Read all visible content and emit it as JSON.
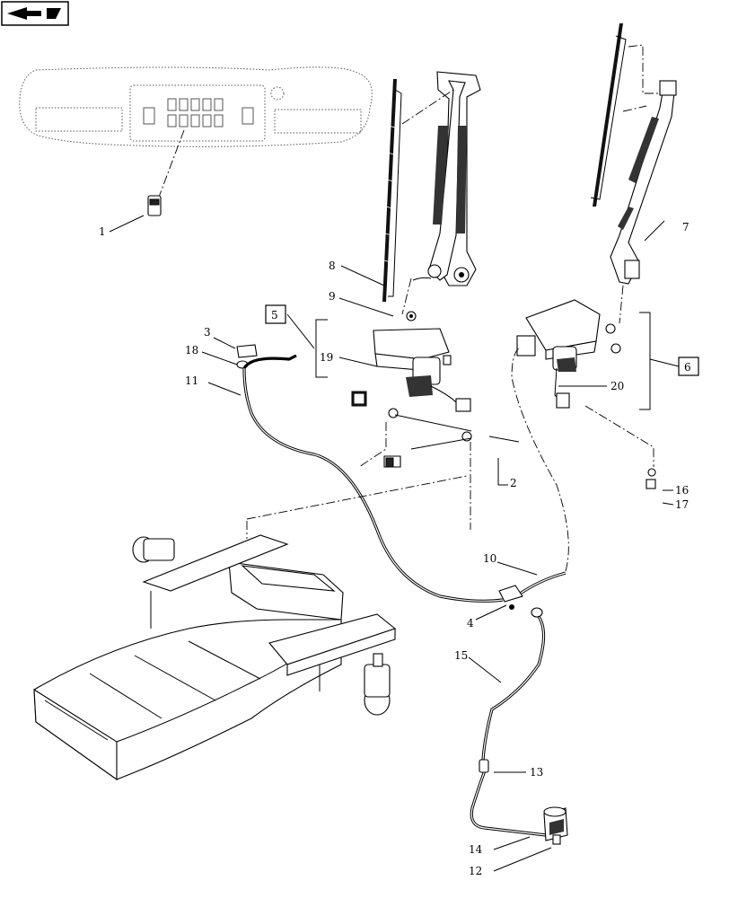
{
  "nav_icon": {
    "name": "page-back-arrow-icon"
  },
  "callouts": [
    {
      "id": "c1",
      "text": "1"
    },
    {
      "id": "c2",
      "text": "2"
    },
    {
      "id": "c3",
      "text": "3"
    },
    {
      "id": "c4",
      "text": "4"
    },
    {
      "id": "c5",
      "text": "5"
    },
    {
      "id": "c6",
      "text": "6"
    },
    {
      "id": "c7",
      "text": "7"
    },
    {
      "id": "c8",
      "text": "8"
    },
    {
      "id": "c9",
      "text": "9"
    },
    {
      "id": "c10",
      "text": "10"
    },
    {
      "id": "c11",
      "text": "11"
    },
    {
      "id": "c12",
      "text": "12"
    },
    {
      "id": "c13",
      "text": "13"
    },
    {
      "id": "c14",
      "text": "14"
    },
    {
      "id": "c15",
      "text": "15"
    },
    {
      "id": "c16",
      "text": "16"
    },
    {
      "id": "c17",
      "text": "17"
    },
    {
      "id": "c18",
      "text": "18"
    },
    {
      "id": "c19",
      "text": "19"
    },
    {
      "id": "c20",
      "text": "20"
    }
  ]
}
